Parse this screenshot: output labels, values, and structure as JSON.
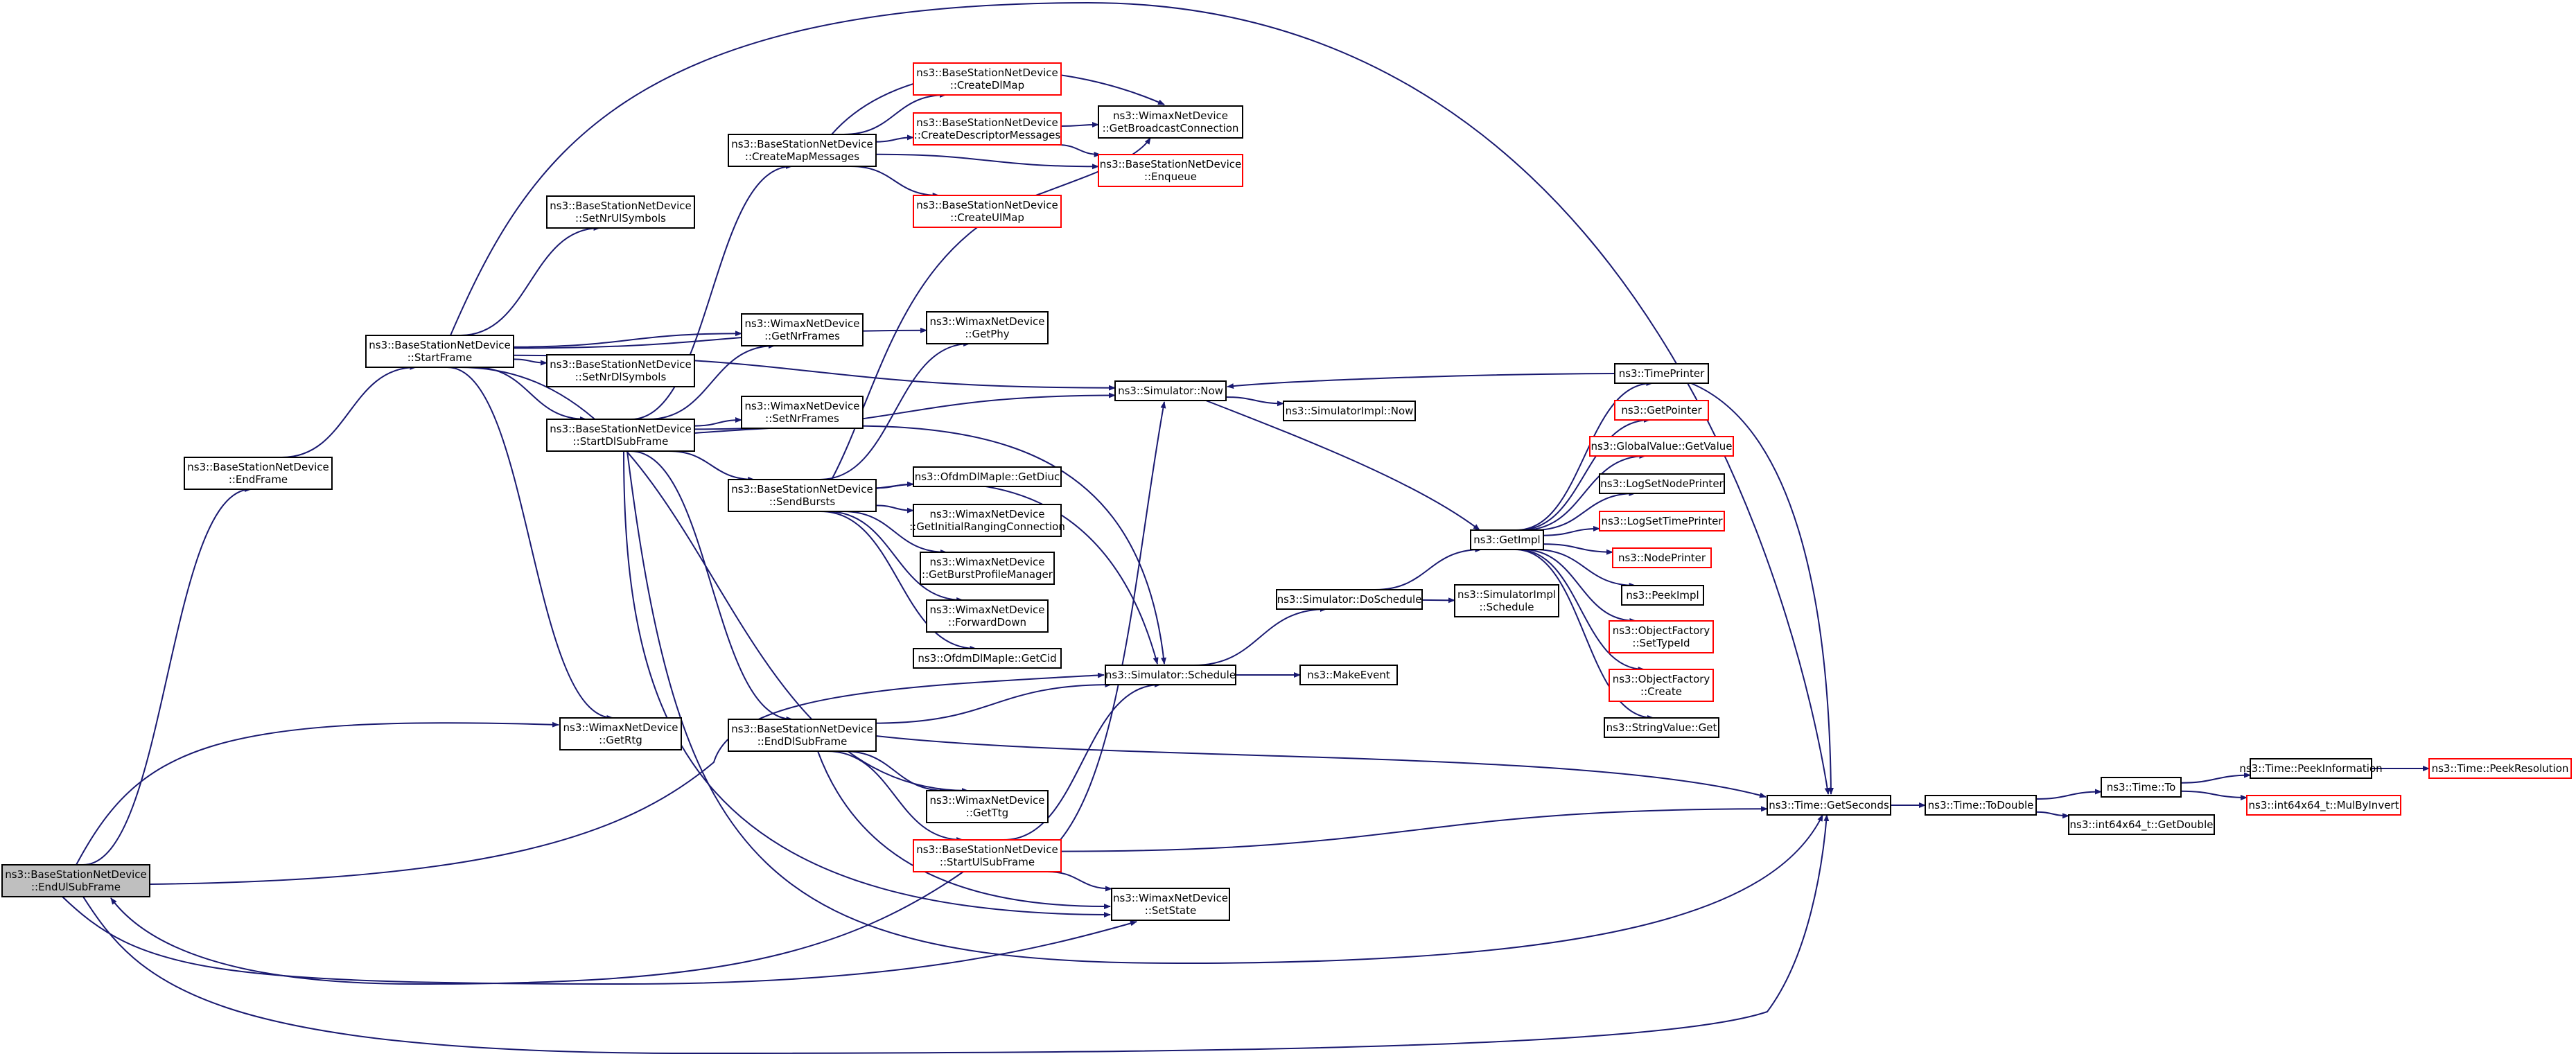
{
  "colors": {
    "edge": "#191970",
    "box_border": "#000000",
    "box_border_external": "#ff0000",
    "root_fill": "#bfbfbf",
    "background": "#ffffff"
  },
  "nodes": {
    "endulsubframe": "ns3::BaseStationNetDevice\n::EndUlSubFrame",
    "endframe": "ns3::BaseStationNetDevice\n::EndFrame",
    "startframe": "ns3::BaseStationNetDevice\n::StartFrame",
    "setnrulsymbols": "ns3::BaseStationNetDevice\n::SetNrUlSymbols",
    "setnrdlsymbols": "ns3::BaseStationNetDevice\n::SetNrDlSymbols",
    "startdlsubframe": "ns3::BaseStationNetDevice\n::StartDlSubFrame",
    "getrtg": "ns3::WimaxNetDevice\n::GetRtg",
    "createmapmessages": "ns3::BaseStationNetDevice\n::CreateMapMessages",
    "getnrframes": "ns3::WimaxNetDevice\n::GetNrFrames",
    "setnrframes": "ns3::WimaxNetDevice\n::SetNrFrames",
    "sendbursts": "ns3::BaseStationNetDevice\n::SendBursts",
    "enddlsubframe": "ns3::BaseStationNetDevice\n::EndDlSubFrame",
    "createdlmap": "ns3::BaseStationNetDevice\n::CreateDlMap",
    "createdescriptormessages": "ns3::BaseStationNetDevice\n::CreateDescriptorMessages",
    "createulmap": "ns3::BaseStationNetDevice\n::CreateUlMap",
    "getphy": "ns3::WimaxNetDevice\n::GetPhy",
    "getdiuc": "ns3::OfdmDlMapIe::GetDiuc",
    "getinitialranging": "ns3::WimaxNetDevice\n::GetInitialRangingConnection",
    "getburstprofilemanager": "ns3::WimaxNetDevice\n::GetBurstProfileManager",
    "forwarddown": "ns3::WimaxNetDevice\n::ForwardDown",
    "getcid": "ns3::OfdmDlMapIe::GetCid",
    "getttg": "ns3::WimaxNetDevice\n::GetTtg",
    "startulsubframe": "ns3::BaseStationNetDevice\n::StartUlSubFrame",
    "getbroadcast": "ns3::WimaxNetDevice\n::GetBroadcastConnection",
    "enqueue": "ns3::BaseStationNetDevice\n::Enqueue",
    "simnow": "ns3::Simulator::Now",
    "simschedule": "ns3::Simulator::Schedule",
    "setstate": "ns3::WimaxNetDevice\n::SetState",
    "simimplnow": "ns3::SimulatorImpl::Now",
    "makeevent": "ns3::MakeEvent",
    "doschedule": "ns3::Simulator::DoSchedule",
    "implschedule": "ns3::SimulatorImpl\n::Schedule",
    "getimpl": "ns3::GetImpl",
    "timeprinter": "ns3::TimePrinter",
    "getpointer": "ns3::GetPointer",
    "globalvalue": "ns3::GlobalValue::GetValue",
    "logsetnodeprinter": "ns3::LogSetNodePrinter",
    "logsettimeprinter": "ns3::LogSetTimePrinter",
    "nodeprinter": "ns3::NodePrinter",
    "peekimpl": "ns3::PeekImpl",
    "settypeid": "ns3::ObjectFactory\n::SetTypeId",
    "ofcreate": "ns3::ObjectFactory\n::Create",
    "stringvalue": "ns3::StringValue::Get",
    "getseconds": "ns3::Time::GetSeconds",
    "todouble": "ns3::Time::ToDouble",
    "timeto": "ns3::Time::To",
    "getdouble": "ns3::int64x64_t::GetDouble",
    "peekinformation": "ns3::Time::PeekInformation",
    "mulbyinvert": "ns3::int64x64_t::MulByInvert",
    "peekresolution": "ns3::Time::PeekResolution"
  }
}
